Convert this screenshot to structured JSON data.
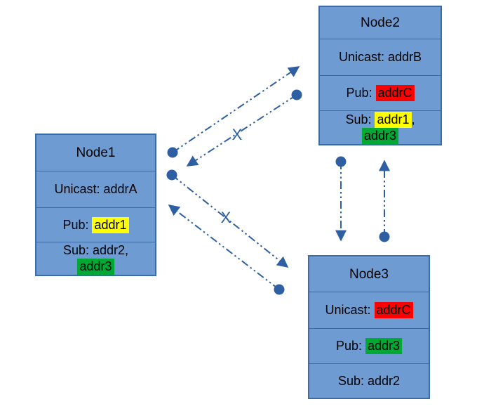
{
  "colors": {
    "box_fill": "#6d9bd2",
    "box_border": "#3c6ca8",
    "arrow": "#2e5fa2",
    "hl_yellow": "#ffff00",
    "hl_green": "#00a933",
    "hl_red": "#ff0000"
  },
  "node1": {
    "title": "Node1",
    "unicast": "Unicast: addrA",
    "pub_label": "Pub: ",
    "pub_value": "addr1",
    "sub_line1": "Sub: addr2,",
    "sub_value2": "addr3"
  },
  "node2": {
    "title": "Node2",
    "unicast": "Unicast: addrB",
    "pub_label": "Pub: ",
    "pub_value": "addrC",
    "sub_label": "Sub: ",
    "sub_value1": "addr1",
    "sub_sep": ",",
    "sub_value2": "addr3"
  },
  "node3": {
    "title": "Node3",
    "unicast_label": "Unicast: ",
    "unicast_value": "addrC",
    "pub_label": "Pub: ",
    "pub_value": "addr3",
    "sub": "Sub: addr2"
  },
  "marks": {
    "x_node1_node2": "X",
    "x_node1_node3": "X"
  }
}
